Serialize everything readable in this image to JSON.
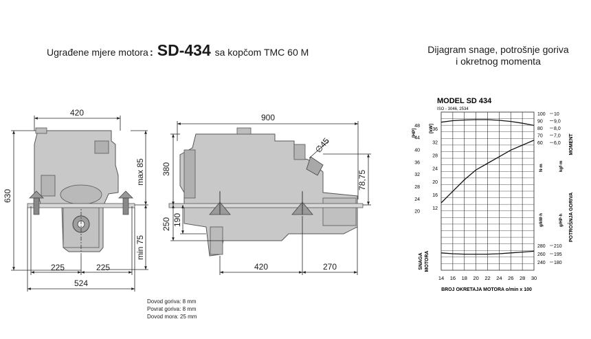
{
  "left_title": {
    "prefix": "Ugrađene mjere motora",
    "suffix": ":",
    "model": "SD-434",
    "rest": "sa kopčom TMC 60 M"
  },
  "right_title": {
    "line1": "Dijagram snage, potrošnje goriva",
    "line2": "i okretnog momenta"
  },
  "front_view": {
    "width_top": "420",
    "height": "630",
    "max_up": "max 85",
    "min_down": "min 75",
    "half_left": "225",
    "half_right": "225",
    "total_width": "524"
  },
  "side_view": {
    "length": "900",
    "h380": "380",
    "h250": "250",
    "h190": "190",
    "dia": "∅45",
    "h7875": "78,75",
    "l420": "420",
    "l270": "270"
  },
  "notes": [
    "Dovod goriva: 8 mm",
    "Povrat goriva: 8 mm",
    "Dovod mora: 25 mm"
  ],
  "chart_data": {
    "type": "line",
    "title": "MODEL SD 434",
    "subtitle": "ISO - 3046, 2534",
    "x_ticks": [
      "14",
      "16",
      "18",
      "20",
      "22",
      "24",
      "26",
      "28",
      "30"
    ],
    "xlabel": "BROJ OKRETAJA MOTORA o/min x 100",
    "xlim": [
      14,
      30
    ],
    "power_axis": {
      "hp_unit": "[HP]",
      "kw_unit": "[kW]",
      "hp_ticks": [
        "48",
        "44",
        "40",
        "36",
        "32",
        "28",
        "24",
        "20"
      ],
      "kw_ticks": [
        "36",
        "32",
        "28",
        "24",
        "20",
        "16",
        "12"
      ]
    },
    "torque_axis": {
      "nm_unit": "N·m",
      "kgfm_unit": "kgf·m",
      "nm_ticks": [
        "100",
        "90",
        "80",
        "70",
        "60"
      ],
      "kgfm_ticks": [
        "10",
        "9,0",
        "8,0",
        "7,0",
        "6,0"
      ],
      "label": "MOMENT"
    },
    "consumption_axis": {
      "gkwh_unit": "g/kW·h",
      "ghph_unit": "g/HP·h",
      "gkwh_ticks": [
        "280",
        "260",
        "240"
      ],
      "ghph_ticks": [
        "210",
        "195",
        "180"
      ],
      "label": "POTROŠNJA GORIVA"
    },
    "left_label": {
      "line1": "SNAGA",
      "line2": "MOTORA"
    },
    "series": [
      {
        "x": [
          14,
          16,
          18,
          20,
          22,
          24,
          26,
          28,
          30
        ],
        "y": [
          13.5,
          17,
          20.5,
          23.5,
          25.5,
          27.5,
          29.5,
          31,
          32.5
        ]
      },
      {
        "x": [
          14,
          16,
          18,
          20,
          22,
          24,
          26,
          28,
          30
        ],
        "y": [
          88,
          90,
          91,
          91.5,
          91.5,
          90.5,
          89,
          86.5,
          83.5
        ]
      },
      {
        "x": [
          14,
          16,
          18,
          20,
          22,
          24,
          26,
          28,
          30
        ],
        "y": [
          262,
          260,
          259,
          259,
          259,
          260,
          262,
          264,
          266
        ]
      }
    ]
  }
}
